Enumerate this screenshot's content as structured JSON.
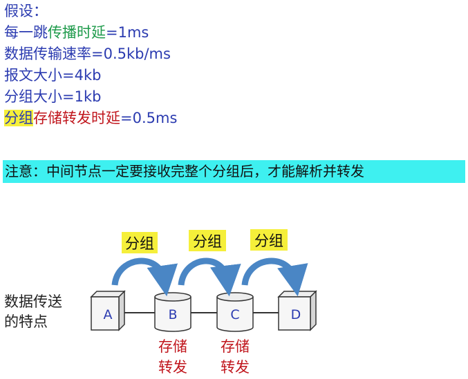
{
  "assumptions": {
    "heading": "假设：",
    "line1": {
      "prefix": "每一跳",
      "highlight": "传播时延",
      "suffix": "=1ms"
    },
    "line2": "数据传输速率=0.5kb/ms",
    "line3": "报文大小=4kb",
    "line4": "分组大小=1kb",
    "line5": {
      "highlight": "分组",
      "red": "存储转发时延",
      "suffix": "=0.5ms"
    }
  },
  "note": "注意：中间节点一定要接收完整个分组后，才能解析并转发",
  "diagram": {
    "caption_line1": "数据传送",
    "caption_line2": "的特点",
    "packet_label": "分组",
    "nodes": [
      {
        "label": "A",
        "shape": "cube"
      },
      {
        "label": "B",
        "shape": "cylinder"
      },
      {
        "label": "C",
        "shape": "cylinder"
      },
      {
        "label": "D",
        "shape": "cube"
      }
    ],
    "store_forward_line1": "存储",
    "store_forward_line2": "转发",
    "colors": {
      "text_blue": "#2b3bb0",
      "green": "#1d9a4a",
      "red": "#c0151c",
      "yellow": "#f5ef3a",
      "cyan": "#3ef0f0",
      "arrow": "#4a86c5"
    }
  }
}
